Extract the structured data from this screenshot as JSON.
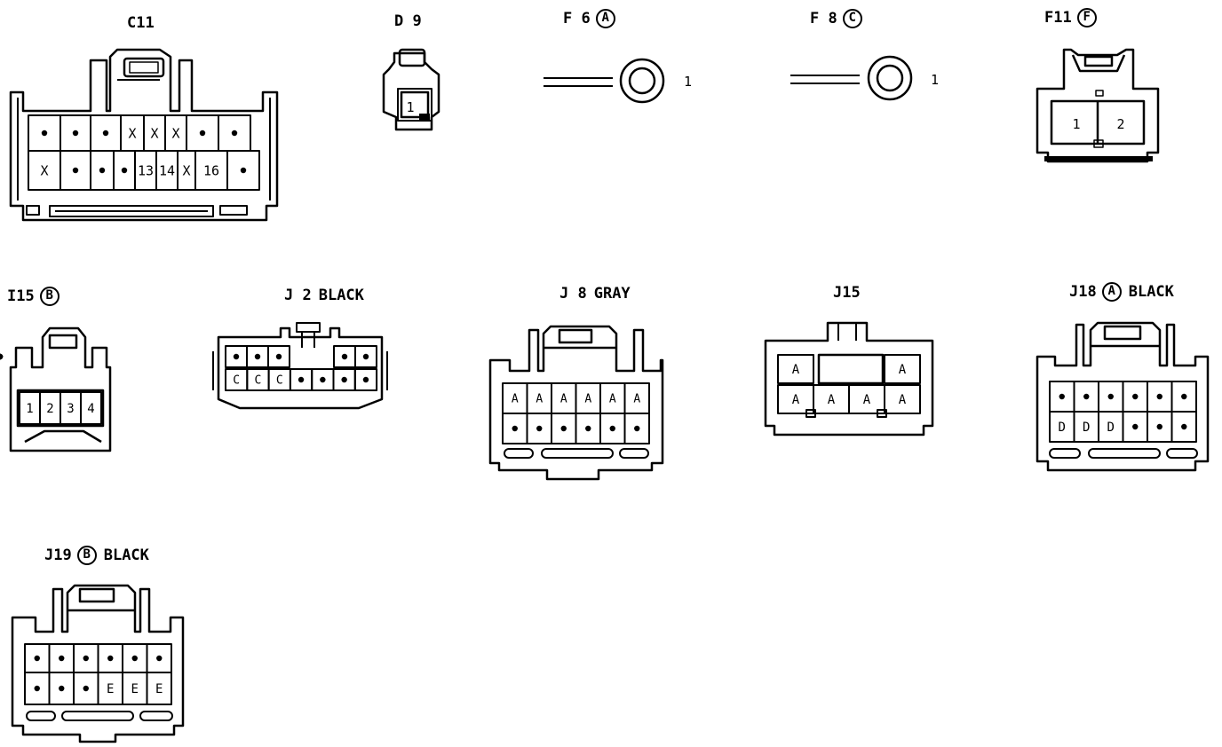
{
  "connectors": {
    "c11": {
      "code": "C11",
      "circle": "",
      "suffix": "",
      "top": [
        "",
        "",
        "",
        "X",
        "X",
        "X",
        "",
        ""
      ],
      "bottom": [
        "X",
        "",
        "",
        "",
        "13",
        "14",
        "X",
        "16",
        ""
      ]
    },
    "d9": {
      "code": "D 9",
      "circle": "",
      "suffix": "",
      "pins": [
        "1"
      ]
    },
    "f6": {
      "code": "F 6",
      "circle": "A",
      "suffix": "",
      "pin": "1"
    },
    "f8": {
      "code": "F 8",
      "circle": "C",
      "suffix": "",
      "pin": "1"
    },
    "f11": {
      "code": "F11",
      "circle": "F",
      "suffix": "",
      "pins": [
        "1",
        "2"
      ]
    },
    "i15": {
      "code": "I15",
      "circle": "B",
      "suffix": "",
      "pins": [
        "1",
        "2",
        "3",
        "4"
      ]
    },
    "j2": {
      "code": "J 2",
      "circle": "",
      "suffix": "BLACK",
      "top": [
        "",
        "",
        "",
        "",
        "",
        "",
        "",
        "",
        ""
      ],
      "bottom": [
        "C",
        "C",
        "C",
        "",
        "",
        "",
        ""
      ]
    },
    "j8": {
      "code": "J 8",
      "circle": "",
      "suffix": "GRAY",
      "top": [
        "A",
        "A",
        "A",
        "A",
        "A",
        "A"
      ],
      "bottom": [
        "",
        "",
        "",
        "",
        "",
        ""
      ]
    },
    "j15": {
      "code": "J15",
      "circle": "",
      "suffix": "",
      "top": [
        "A",
        "A"
      ],
      "bottom": [
        "A",
        "A",
        "A",
        "A"
      ]
    },
    "j18": {
      "code": "J18",
      "circle": "A",
      "suffix": "BLACK",
      "top": [
        "",
        "",
        "",
        "",
        "",
        ""
      ],
      "bottom": [
        "D",
        "D",
        "D",
        "",
        "",
        ""
      ]
    },
    "j19": {
      "code": "J19",
      "circle": "B",
      "suffix": "BLACK",
      "top": [
        "",
        "",
        "",
        "",
        "",
        ""
      ],
      "bottom": [
        "",
        "",
        "",
        "E",
        "E",
        "E"
      ]
    }
  }
}
